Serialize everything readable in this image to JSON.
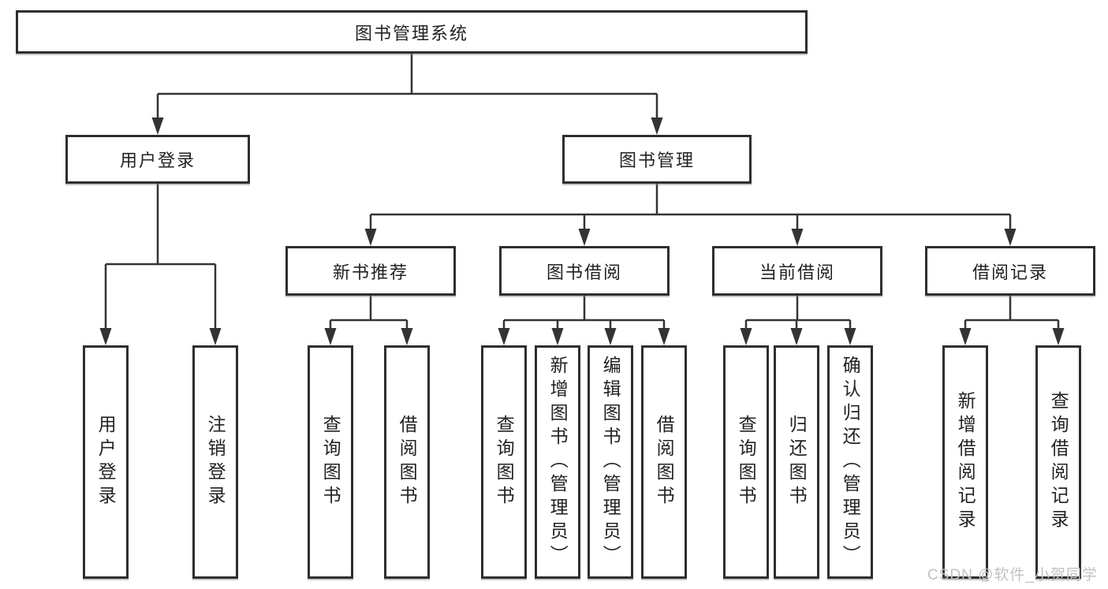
{
  "diagram_title": "图书管理系统",
  "tree": {
    "label": "图书管理系统",
    "children": [
      {
        "label": "用户登录",
        "children": [
          {
            "label": "用户登录"
          },
          {
            "label": "注销登录"
          }
        ]
      },
      {
        "label": "图书管理",
        "children": [
          {
            "label": "新书推荐",
            "children": [
              {
                "label": "查询图书"
              },
              {
                "label": "借阅图书"
              }
            ]
          },
          {
            "label": "图书借阅",
            "children": [
              {
                "label": "查询图书"
              },
              {
                "label": "新增图书（管理员）"
              },
              {
                "label": "编辑图书（管理员）"
              },
              {
                "label": "借阅图书"
              }
            ]
          },
          {
            "label": "当前借阅",
            "children": [
              {
                "label": "查询图书"
              },
              {
                "label": "归还图书"
              },
              {
                "label": "确认归还（管理员）"
              }
            ]
          },
          {
            "label": "借阅记录",
            "children": [
              {
                "label": "新增借阅记录"
              },
              {
                "label": "查询借阅记录"
              }
            ]
          }
        ]
      }
    ]
  },
  "watermark": {
    "text": "CSDN @软件_小贺同学"
  },
  "colors": {
    "line": "#333333",
    "box_border": "#2e2e2e",
    "text": "#222222",
    "watermark": "#c2c2c6",
    "background": "#ffffff"
  }
}
